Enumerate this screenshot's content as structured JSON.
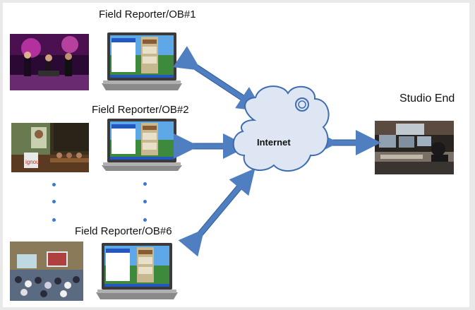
{
  "diagram": {
    "nodes": {
      "reporter1": "Field Reporter/OB#1",
      "reporter2": "Field Reporter/OB#2",
      "reporter6": "Field Reporter/OB#6",
      "internet": "Internet",
      "studio": "Studio End"
    },
    "edges": [
      {
        "from": "reporter1",
        "to": "internet",
        "direction": "bidirectional"
      },
      {
        "from": "reporter2",
        "to": "internet",
        "direction": "bidirectional"
      },
      {
        "from": "reporter6",
        "to": "internet",
        "direction": "bidirectional"
      },
      {
        "from": "internet",
        "to": "studio",
        "direction": "bidirectional"
      }
    ],
    "colors": {
      "arrow_fill": "#4f7fc0",
      "arrow_stroke": "#2f5a95",
      "cloud_fill": "#dde6f2",
      "cloud_stroke": "#3d6db0",
      "ellipsis_dots": "#3a78d8"
    },
    "icons": [
      "concert-stage-photo",
      "conference-photo",
      "auditorium-photo",
      "studio-control-room-photo",
      "laptop-icon",
      "cloud-icon"
    ]
  }
}
